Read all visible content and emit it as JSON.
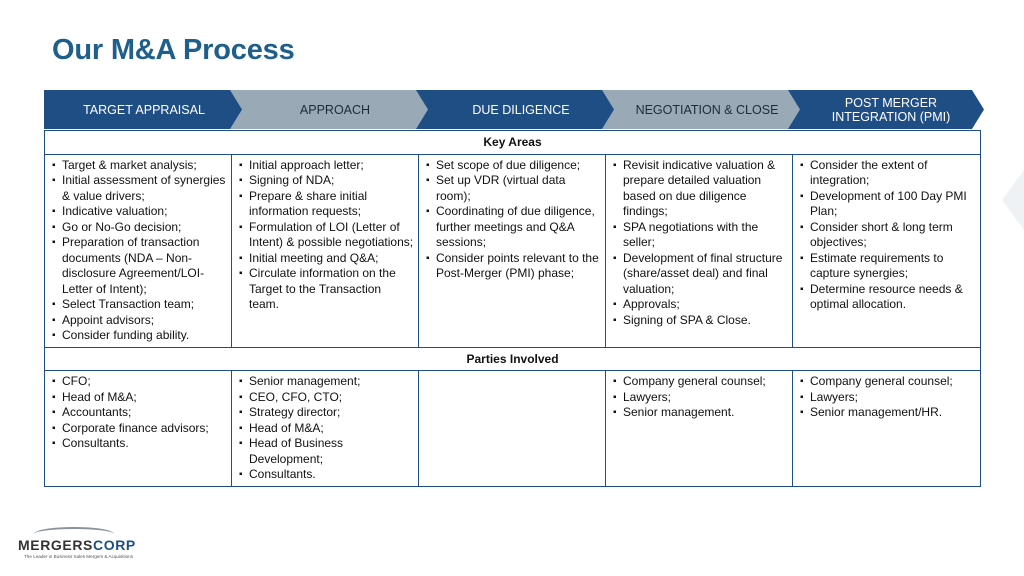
{
  "title": "Our M&A Process",
  "stages": [
    {
      "label": "TARGET APPRAISAL"
    },
    {
      "label": "APPROACH"
    },
    {
      "label": "DUE DILIGENCE"
    },
    {
      "label": "NEGOTIATION & CLOSE"
    },
    {
      "label": "POST MERGER INTEGRATION (PMI)"
    }
  ],
  "key_areas": {
    "heading": "Key Areas",
    "columns": [
      [
        "Target & market analysis;",
        "Initial assessment of synergies & value drivers;",
        "Indicative valuation;",
        "Go or No-Go decision;",
        "Preparation of transaction documents (NDA – Non-disclosure Agreement/LOI-Letter of Intent);",
        "Select Transaction team;",
        "Appoint advisors;",
        "Consider funding ability."
      ],
      [
        "Initial approach letter;",
        "Signing of NDA;",
        "Prepare & share initial information requests;",
        "Formulation of LOI (Letter of Intent) & possible negotiations;",
        "Initial meeting and Q&A;",
        "Circulate information on the Target to the Transaction team."
      ],
      [
        "Set scope of due diligence;",
        "Set up VDR (virtual data room);",
        "Coordinating of due diligence, further meetings and Q&A sessions;",
        "Consider points relevant to the Post-Merger (PMI) phase;"
      ],
      [
        "Revisit indicative valuation & prepare detailed valuation based on due diligence findings;",
        "SPA negotiations with the seller;",
        "Development of final structure (share/asset deal) and final valuation;",
        "Approvals;",
        "Signing of SPA & Close."
      ],
      [
        "Consider the extent of integration;",
        "Development of 100 Day PMI Plan;",
        "Consider short & long term objectives;",
        "Estimate requirements to capture synergies;",
        "Determine resource needs & optimal allocation."
      ]
    ]
  },
  "parties": {
    "heading": "Parties Involved",
    "columns": [
      [
        "CFO;",
        "Head of M&A;",
        "Accountants;",
        "Corporate finance advisors;",
        "Consultants."
      ],
      [
        "Senior management;",
        "CEO, CFO, CTO;",
        "Strategy director;",
        "Head of M&A;",
        "Head of Business Development;",
        "Consultants."
      ],
      [],
      [
        "Company general counsel;",
        "Lawyers;",
        "Senior management."
      ],
      [
        "Company general counsel;",
        "Lawyers;",
        "Senior management/HR."
      ]
    ]
  },
  "logo": {
    "word_main": "MERGERS",
    "word_accent": "CORP",
    "tagline": "The Leader in Business Sales Mergers & Acquisitions"
  },
  "colors": {
    "title": "#1f5f8b",
    "chevron_dark": "#1f4e85",
    "chevron_light": "#9aa9b6",
    "border": "#1f4e85"
  }
}
